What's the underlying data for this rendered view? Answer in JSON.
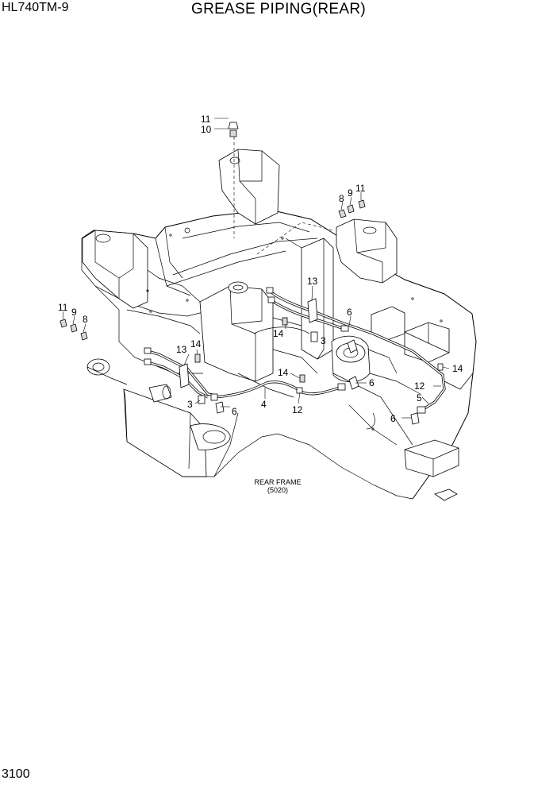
{
  "header": {
    "model": "HL740TM-9",
    "title": "GREASE PIPING(REAR)"
  },
  "footer": {
    "page_number": "3100"
  },
  "drawing": {
    "frame_label": "REAR FRAME",
    "frame_ref": "(5020)",
    "callouts": [
      {
        "id": "c-top-11",
        "text": "11"
      },
      {
        "id": "c-top-10",
        "text": "10"
      },
      {
        "id": "c-rt-8",
        "text": "8"
      },
      {
        "id": "c-rt-9",
        "text": "9"
      },
      {
        "id": "c-rt-11",
        "text": "11"
      },
      {
        "id": "c-lt-11",
        "text": "11"
      },
      {
        "id": "c-lt-9",
        "text": "9"
      },
      {
        "id": "c-lt-8",
        "text": "8"
      },
      {
        "id": "c-mid-13",
        "text": "13"
      },
      {
        "id": "c-mid-6",
        "text": "6"
      },
      {
        "id": "c-mid-14",
        "text": "14"
      },
      {
        "id": "c-mid-3",
        "text": "3"
      },
      {
        "id": "c-l-13",
        "text": "13"
      },
      {
        "id": "c-l-14",
        "text": "14"
      },
      {
        "id": "c-c-14",
        "text": "14"
      },
      {
        "id": "c-c-6",
        "text": "6"
      },
      {
        "id": "c-r-14",
        "text": "14"
      },
      {
        "id": "c-r-12",
        "text": "12"
      },
      {
        "id": "c-r-5",
        "text": "5"
      },
      {
        "id": "c-b-3",
        "text": "3"
      },
      {
        "id": "c-b-6",
        "text": "6"
      },
      {
        "id": "c-b-4",
        "text": "4"
      },
      {
        "id": "c-b-12",
        "text": "12"
      },
      {
        "id": "c-br-6",
        "text": "6"
      }
    ]
  }
}
